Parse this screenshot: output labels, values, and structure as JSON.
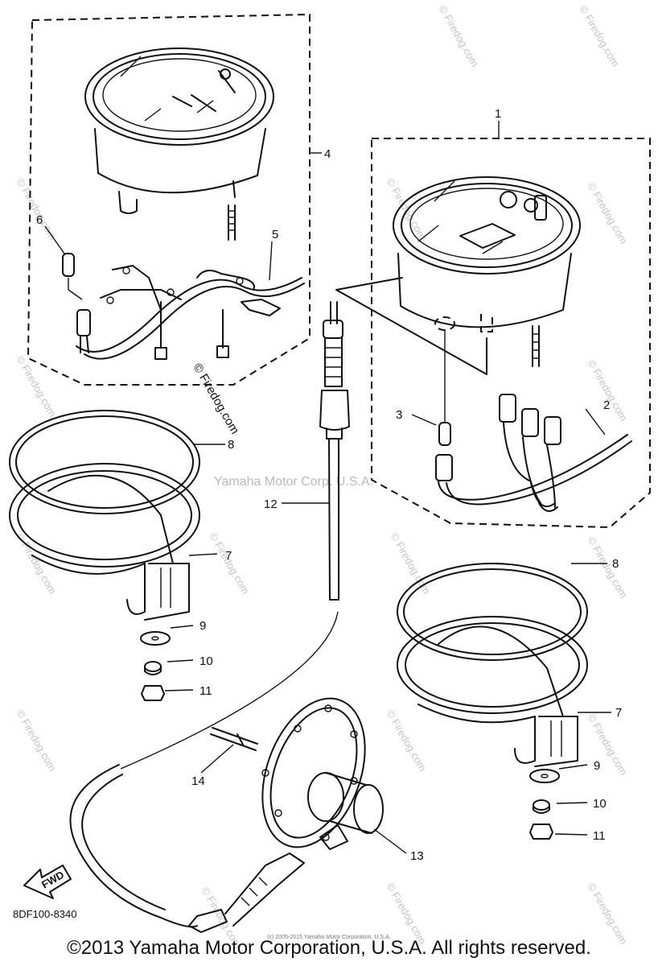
{
  "callouts": {
    "c1": "1",
    "c2": "2",
    "c3": "3",
    "c4": "4",
    "c5": "5",
    "c6": "6",
    "c7a": "7",
    "c7b": "7",
    "c8a": "8",
    "c8b": "8",
    "c9a": "9",
    "c9b": "9",
    "c10a": "10",
    "c10b": "10",
    "c11a": "11",
    "c11b": "11",
    "c12": "12",
    "c13": "13",
    "c14": "14"
  },
  "watermark": {
    "brand": "Yamaha Motor Corp. U.S.A.",
    "site": "© Firedog.com",
    "tile": "© Firedog.com"
  },
  "fwd_label": "FWD",
  "drawing_code": "8DF100-8340",
  "fine_print": "(c) 2005-2015 Yamaha Motor Corporation, U.S.A.",
  "copyright": "©2013 Yamaha Motor Corporation, U.S.A. All rights reserved.",
  "colors": {
    "line": "#111111",
    "watermark": "#c4c4c4"
  }
}
